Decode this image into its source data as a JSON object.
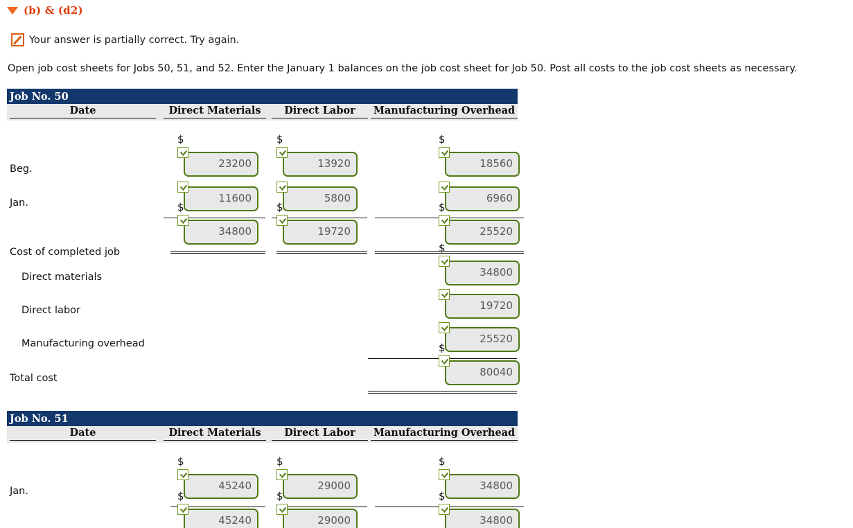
{
  "section": {
    "toggle_icon": "triangle-down-icon",
    "title": "(b) & (d2)"
  },
  "status": {
    "icon": "partially-correct-icon",
    "message": "Your answer is partially correct.  Try again."
  },
  "instruction": "Open job cost sheets for Jobs 50, 51, and 52. Enter the January 1 balances on the job cost sheet for Job 50. Post all costs to the job cost sheets as necessary.",
  "colors": {
    "sheet_header_bg": "#13386B",
    "sheet_header_text": "#FFFFFF",
    "column_header_bg": "#E9E9E9",
    "accent_orange": "#E23D0A",
    "input_border_green": "#4F7A13",
    "input_fill": "#E8E8E8",
    "input_text": "#5A5A5A"
  },
  "columns": {
    "date": "Date",
    "direct_materials": "Direct Materials",
    "direct_labor": "Direct Labor",
    "manufacturing_overhead": "Manufacturing Overhead"
  },
  "job50": {
    "title": "Job No. 50",
    "rows": [
      {
        "label": "Beg.",
        "dm": {
          "value": "23200",
          "prefix": "$",
          "checked": true
        },
        "dl": {
          "value": "13920",
          "prefix": "$",
          "checked": true
        },
        "moh": {
          "value": "18560",
          "prefix": "$",
          "checked": true
        }
      },
      {
        "label": "Jan.",
        "dm": {
          "value": "11600",
          "prefix": "",
          "checked": true
        },
        "dl": {
          "value": "5800",
          "prefix": "",
          "checked": true
        },
        "moh": {
          "value": "6960",
          "prefix": "",
          "checked": true
        }
      },
      {
        "label": "",
        "dm": {
          "value": "34800",
          "prefix": "$",
          "checked": true
        },
        "dl": {
          "value": "19720",
          "prefix": "$",
          "checked": true
        },
        "moh": {
          "value": "25520",
          "prefix": "$",
          "checked": true
        }
      }
    ],
    "completed": {
      "heading": "Cost of completed job",
      "items": [
        {
          "label": "Direct materials",
          "value": "34800",
          "prefix": "$"
        },
        {
          "label": "Direct labor",
          "value": "19720",
          "prefix": ""
        },
        {
          "label": "Manufacturing overhead",
          "value": "25520",
          "prefix": ""
        }
      ],
      "total": {
        "label": "Total cost",
        "value": "80040",
        "prefix": "$"
      }
    }
  },
  "job51": {
    "title": "Job No. 51",
    "rows": [
      {
        "label": "Jan.",
        "dm": {
          "value": "45240",
          "prefix": "$",
          "checked": true
        },
        "dl": {
          "value": "29000",
          "prefix": "$",
          "checked": true
        },
        "moh": {
          "value": "34800",
          "prefix": "$",
          "checked": true
        }
      },
      {
        "label": "",
        "dm": {
          "value": "45240",
          "prefix": "$",
          "checked": true
        },
        "dl": {
          "value": "29000",
          "prefix": "$",
          "checked": true
        },
        "moh": {
          "value": "34800",
          "prefix": "$",
          "checked": true
        }
      }
    ]
  }
}
